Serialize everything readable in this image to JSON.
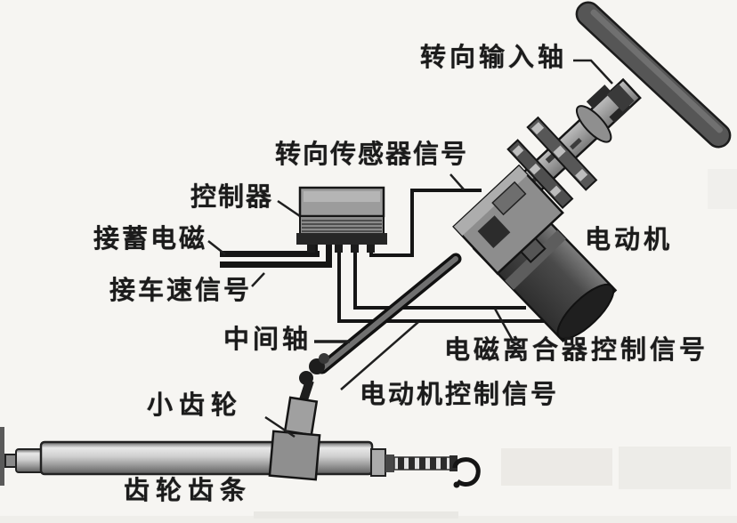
{
  "diagram": {
    "description": "Electric power steering system schematic with Chinese part labels",
    "labels": {
      "steering_input_shaft": "转向输入轴",
      "steering_sensor_signal": "转向传感器信号",
      "controller": "控制器",
      "battery_connection": "接蓄电磁",
      "vehicle_speed_signal": "接车速信号",
      "motor": "电动机",
      "intermediate_shaft": "中间轴",
      "clutch_control_signal": "电磁离合器控制信号",
      "motor_control_signal": "电动机控制信号",
      "pinion": "小齿轮",
      "rack_and_pinion": "齿轮齿条"
    },
    "components": [
      "steering-wheel",
      "steering-column",
      "column-clamp-brackets",
      "clutch-sensor-housing",
      "electric-motor",
      "controller-box",
      "battery-wires",
      "motor-control-wire",
      "clutch-control-wire",
      "sensor-signal-wire",
      "intermediate-shaft",
      "universal-joint",
      "pinion-housing",
      "steering-rack",
      "tie-rod-end"
    ],
    "colors": {
      "background": "#f6f5f2",
      "line": "#1a1a1a",
      "label_text": "#1b1b1b",
      "metal_light": "#c9c9c9",
      "metal_mid": "#8d8d8d",
      "metal_dark": "#474747"
    }
  }
}
